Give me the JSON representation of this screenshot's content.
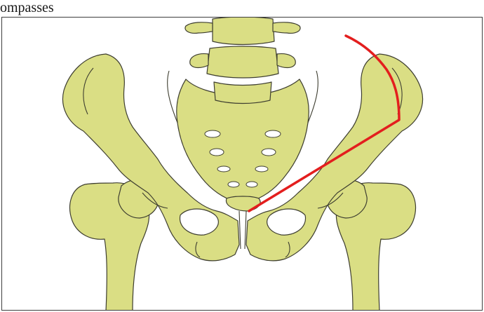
{
  "caption": "ompasses",
  "colors": {
    "bone_fill": "#dade84",
    "bone_outline": "#3e3e30",
    "highlight_line": "#e31e1e",
    "background": "#ffffff",
    "frame_border": "#3d3d3d"
  },
  "figure": {
    "subject": "pelvis-with-lumbar-vertebrae",
    "highlight": "red-line-iliac-crest-to-pubic-symphysis"
  }
}
